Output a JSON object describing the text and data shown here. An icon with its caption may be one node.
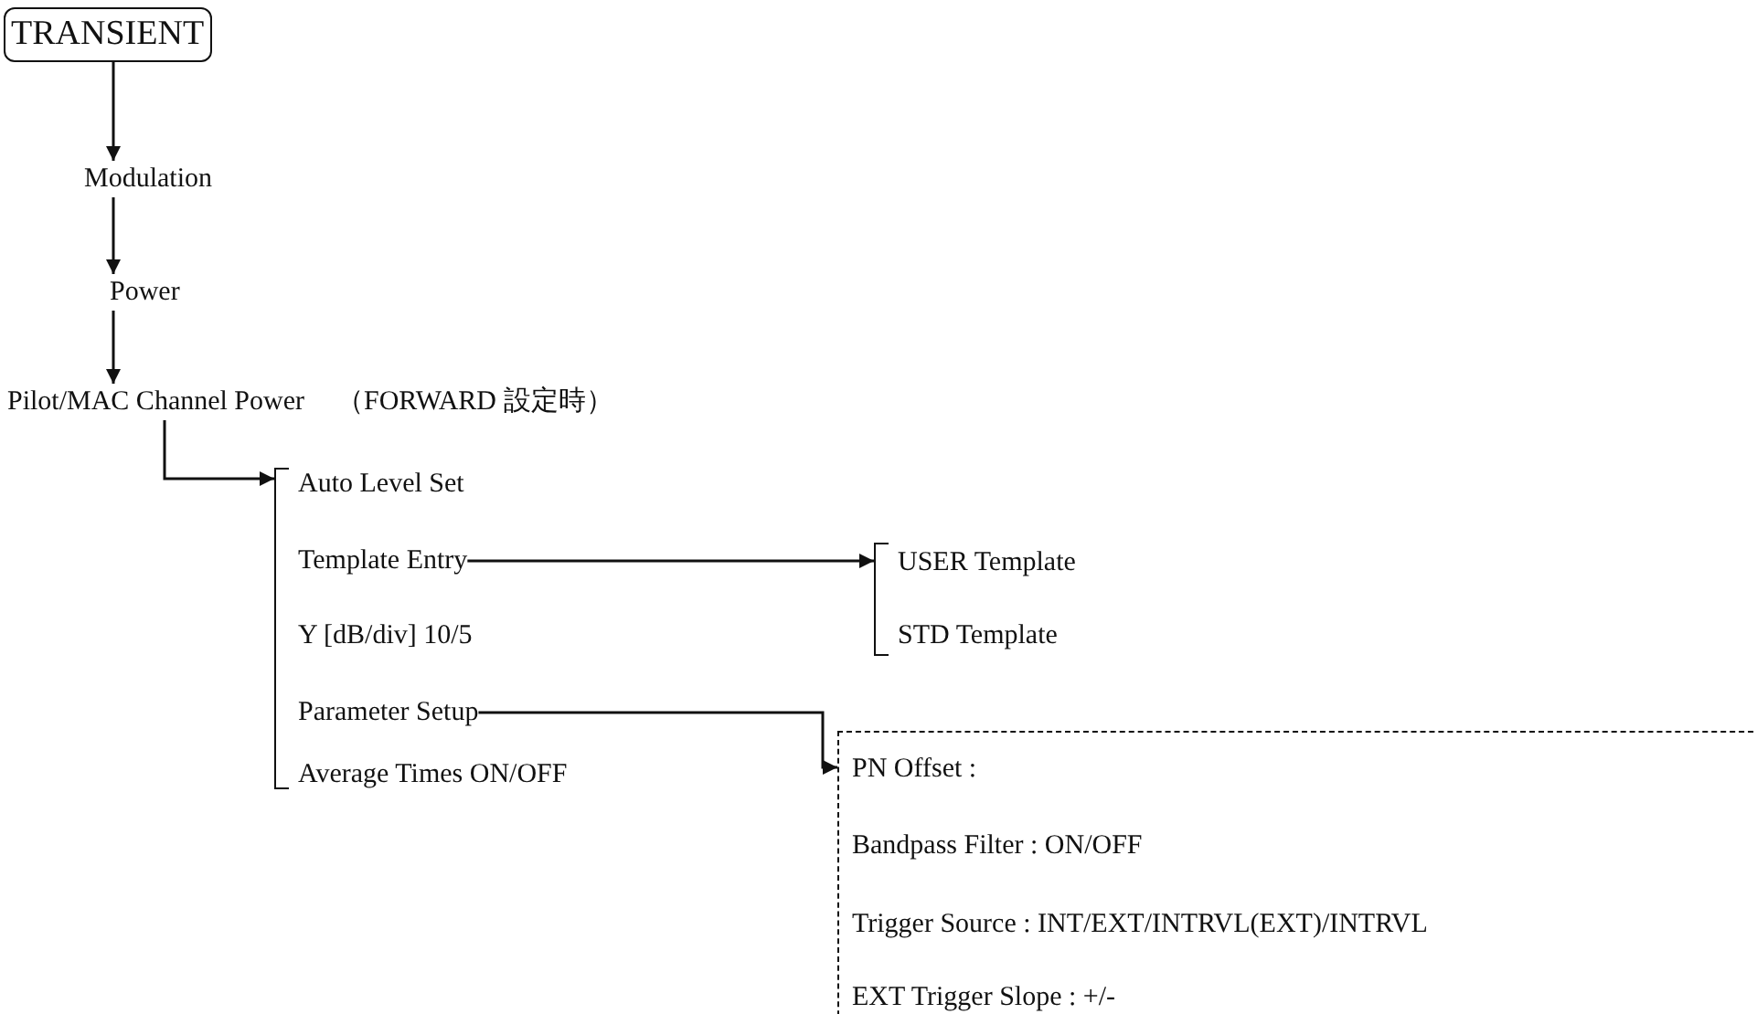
{
  "diagram": {
    "nodes": [
      {
        "text": [
          "TRANSIENT"
        ]
      },
      {
        "text": [
          "Modulation"
        ]
      },
      {
        "text": [
          "Power"
        ]
      },
      {
        "text": [
          "Pilot/MAC Channel Power"
        ],
        "beside": [
          "（FORWARD 設定時）"
        ]
      },
      {
        "text": [],
        "shape": "bracket"
      },
      {
        "text": [
          "Auto Level Set"
        ],
        "in": 4
      },
      {
        "text": [
          "Template Entry"
        ],
        "in": 4
      },
      {
        "text": [
          "Y [dB/div] 10/5"
        ],
        "in": 4
      },
      {
        "text": [
          "Parameter Setup"
        ],
        "in": 4
      },
      {
        "text": [
          "Average Times ON/OFF"
        ],
        "in": 4
      },
      {
        "text": [],
        "shape": "bracket"
      },
      {
        "text": [
          "USER Template"
        ],
        "in": 10
      },
      {
        "text": [
          "STD Template"
        ],
        "in": 10
      },
      {
        "text": [],
        "shape": "box"
      },
      {
        "text": [
          "PN Offset :"
        ],
        "in": 13
      },
      {
        "text": [
          "Bandpass Filter : ON/OFF"
        ],
        "in": 13
      },
      {
        "text": [
          "Trigger Source : INT/EXT/INTRVL(EXT)/INTRVL"
        ],
        "in": 13
      },
      {
        "text": [
          "EXT Trigger Slope : +/-"
        ],
        "in": 13
      }
    ],
    "edges": [
      {
        "from": 0,
        "to": 1,
        "arrow": "to"
      },
      {
        "from": 1,
        "to": 2,
        "arrow": "to"
      },
      {
        "from": 2,
        "to": 3,
        "arrow": "to"
      },
      {
        "from": 3,
        "to": 4,
        "arrow": "to"
      },
      {
        "from": 6,
        "to": 10,
        "arrow": "to"
      },
      {
        "from": 8,
        "to": 13,
        "arrow": "to"
      }
    ]
  }
}
